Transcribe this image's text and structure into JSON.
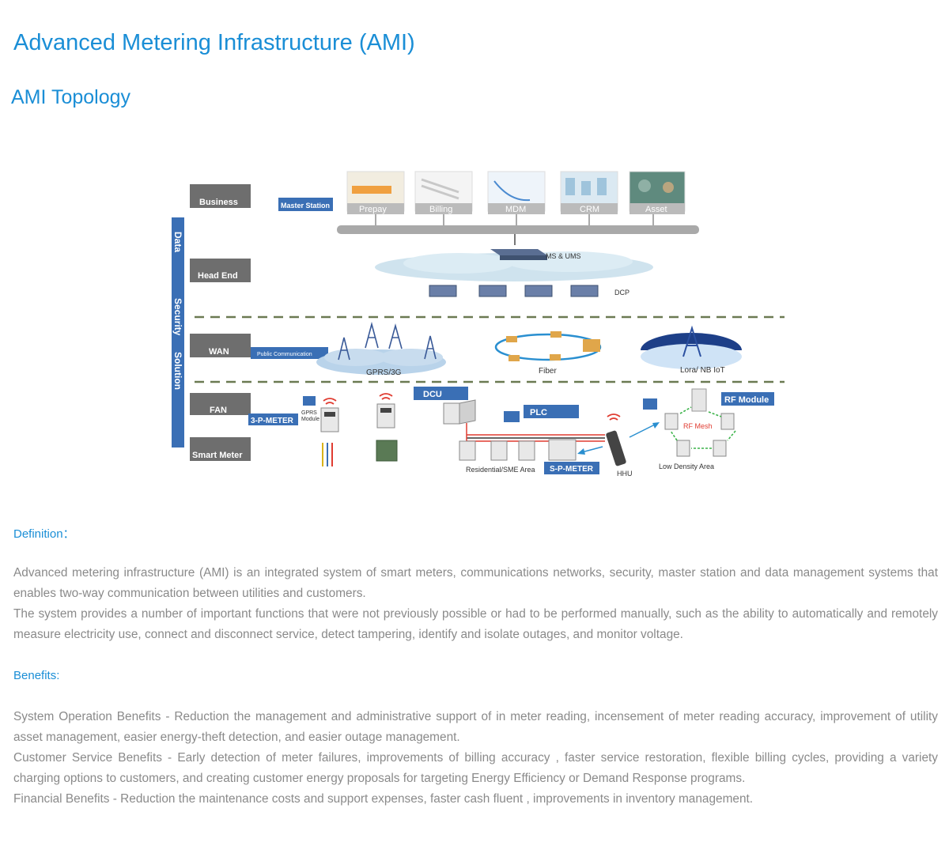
{
  "page": {
    "title": "Advanced Metering Infrastructure (AMI)",
    "subtitle": "AMI Topology"
  },
  "diagram": {
    "layers": [
      "Business",
      "Head End",
      "WAN",
      "FAN",
      "Smart Meter"
    ],
    "side_bar": [
      "Data",
      "Security",
      "Solution"
    ],
    "master_station": "Master Station",
    "apps": [
      "Prepay",
      "Billing",
      "MDM",
      "CRM",
      "Asset"
    ],
    "head_end_server": "MS & UMS",
    "dcp": "DCP",
    "public_communication": "Public Communication",
    "wan_gprs": "GPRS/3G",
    "wan_fiber": "Fiber",
    "wan_lora": "Lora/ NB IoT",
    "dcu": "DCU",
    "plc": "PLC",
    "rf_module": "RF Module",
    "rf_mesh": "RF Mesh",
    "three_p_meter": "3-P-METER",
    "gprs_module": "GPRS\nModule",
    "residential": "Residential/SME Area",
    "s_p_meter": "S-P-METER",
    "hhu": "HHU",
    "low_density": "Low Density Area",
    "colors": {
      "layer_box": "#6e6e6e",
      "blue_label": "#3a6fb5",
      "bus": "#a9a9a9",
      "dash": "#6b7a52",
      "cloud": "#cfe3ee",
      "rf_red": "#e03c31",
      "arrow_green": "#3cb34a"
    }
  },
  "definition": {
    "heading": "Definition：",
    "paragraphs": [
      "Advanced metering infrastructure (AMI) is an integrated system of smart meters, communications networks, security, master station and data management systems that enables two-way communication between utilities and customers.",
      "The system provides a number of important functions that were not previously possible or had to be performed manually, such as the ability to automatically and remotely measure electricity use, connect and disconnect service, detect tampering, identify and isolate outages, and monitor voltage."
    ]
  },
  "benefits": {
    "heading": "Benefits:",
    "paragraphs": [
      "System Operation Benefits - Reduction the management and administrative support of in meter reading, incensement of meter reading accuracy, improvement of utility asset management, easier energy-theft detection, and easier outage management.",
      "Customer Service Benefits - Early detection of meter failures, improvements of billing accuracy , faster service restoration, flexible billing cycles, providing a variety charging options to customers, and creating customer energy proposals for targeting Energy Efficiency or Demand Response programs.",
      "Financial Benefits - Reduction the maintenance costs and support expenses, faster cash fluent , improvements in inventory management."
    ]
  }
}
